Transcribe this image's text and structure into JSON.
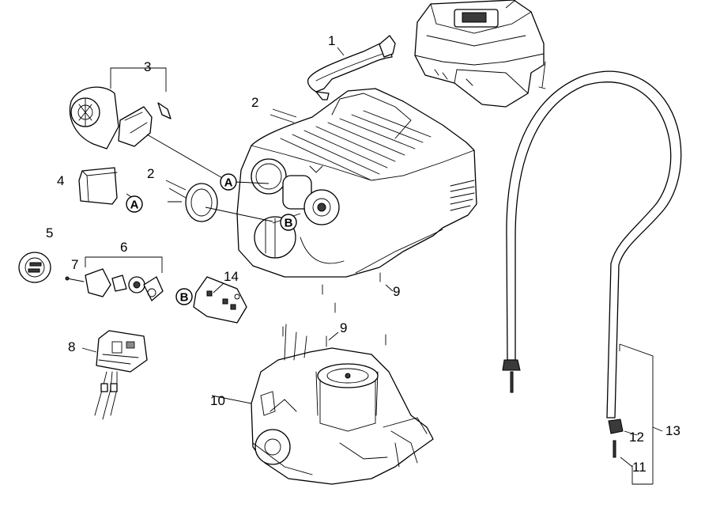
{
  "callouts": {
    "c1": "1",
    "c2a": "2",
    "c2b": "2",
    "c3": "3",
    "c4": "4",
    "c5": "5",
    "c6": "6",
    "c7": "7",
    "c8": "8",
    "c9a": "9",
    "c9b": "9",
    "c10": "10",
    "c11": "11",
    "c12": "12",
    "c13": "13",
    "c14": "14"
  },
  "markers": {
    "a1": "A",
    "a2": "A",
    "b1": "B",
    "b2": "B"
  }
}
